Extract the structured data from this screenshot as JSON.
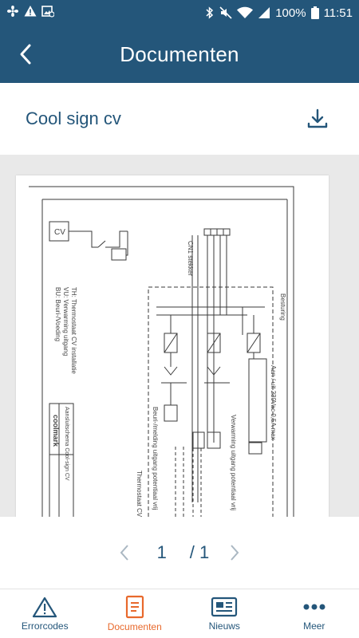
{
  "status_bar": {
    "battery": "100%",
    "time": "11:51"
  },
  "header": {
    "title": "Documenten"
  },
  "document": {
    "title": "Cool sign cv",
    "drawing_labels": {
      "cv": "CV",
      "legend_1": "BU: Beuri-/Voeding",
      "legend_2": "VU: Verwarming uitgang",
      "legend_3": "TH: Thermostaat CV installatie",
      "cn1": "CN1 stekker",
      "besturing": "Besturing",
      "voeding": "Aan / uit 230Vac 0,5A max",
      "koeling": "Beuri-/melding uitgang potentiaal vrij",
      "verwarming": "Verwarming uitgang potentiaal vrij",
      "thermostaat": "Thermostaat CV installatie",
      "brand": "coolmark",
      "title_block": "Aansluitschema Cool-sign CV"
    }
  },
  "pager": {
    "current": "1",
    "total": "/ 1"
  },
  "nav": {
    "items": [
      {
        "label": "Errorcodes"
      },
      {
        "label": "Documenten"
      },
      {
        "label": "Nieuws"
      },
      {
        "label": "Meer"
      }
    ]
  },
  "colors": {
    "primary": "#24567a",
    "accent": "#e8692c",
    "background": "#f2f2f2"
  }
}
